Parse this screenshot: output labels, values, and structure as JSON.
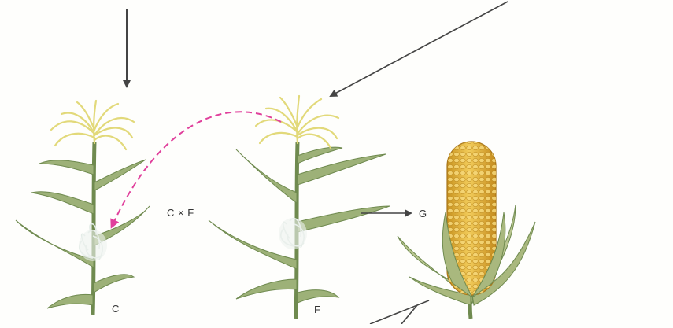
{
  "labels": {
    "plant_c": "C",
    "plant_f": "F",
    "cross": "C × F",
    "offspring": "G"
  },
  "colors": {
    "background": "#fefefc",
    "leaf": "#9db178",
    "leaf_dark": "#6f8a4f",
    "tassel": "#e9e39a",
    "silk": "#e3ece7",
    "kernel": "#e6b53a",
    "husk": "#b9c58f",
    "arrow": "#444444",
    "pollen_path": "#e0409c"
  },
  "icons": [
    "arrow-down-icon",
    "arrow-diagonal-icon",
    "pollination-arrow-icon",
    "arrow-right-icon",
    "corn-plant-icon",
    "corn-ear-icon"
  ]
}
